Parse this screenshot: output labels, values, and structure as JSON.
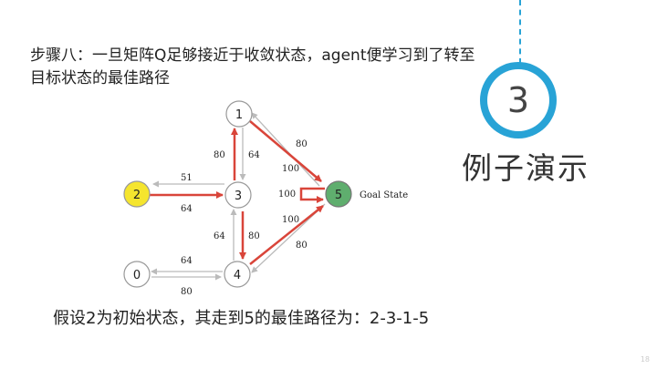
{
  "slide": {
    "step_text": "步骤八：一旦矩阵Q足够接近于收敛状态，agent便学习到了转至目标状态的最佳路径",
    "section_number": "3",
    "section_title": "例子演示",
    "conclusion": "假设2为初始状态，其走到5的最佳路径为：2-3-1-5",
    "page_number": "18",
    "accent_color": "#28a3d6"
  },
  "diagram": {
    "nodes": [
      {
        "id": "1",
        "label": "1",
        "color": "#ffffff"
      },
      {
        "id": "2",
        "label": "2",
        "color": "#f5e52e"
      },
      {
        "id": "3",
        "label": "3",
        "color": "#ffffff"
      },
      {
        "id": "0",
        "label": "0",
        "color": "#ffffff"
      },
      {
        "id": "4",
        "label": "4",
        "color": "#ffffff"
      },
      {
        "id": "5",
        "label": "5",
        "color": "#5fae6e"
      }
    ],
    "goal_label": "Goal State",
    "edge_labels": {
      "e1_3_right": "64",
      "e3_1_left": "80",
      "e2_3_top": "51",
      "e3_2_bottom": "64",
      "e3_4_left": "64",
      "e4_3_right": "80",
      "e1_5_top": "80",
      "e1_5_bottom": "100",
      "e5_self": "100",
      "e4_5_top": "100",
      "e4_5_bottom": "80",
      "e0_4_top": "64",
      "e0_4_bottom": "80"
    },
    "highlight_color": "#d9453a"
  }
}
